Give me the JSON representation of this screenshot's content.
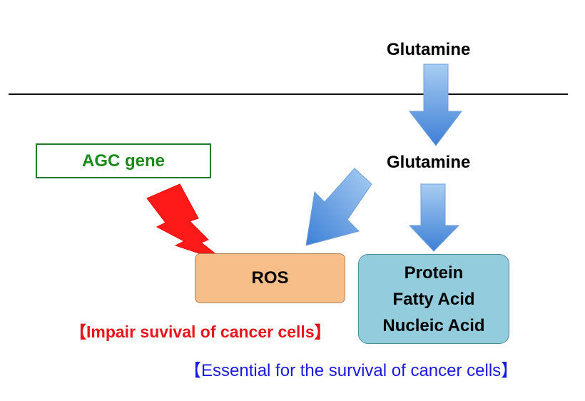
{
  "labels": {
    "glutamine_outside": "Glutamine",
    "glutamine_inside": "Glutamine",
    "agc_gene": "AGC gene",
    "ros": "ROS",
    "products": [
      "Protein",
      "Fatty Acid",
      "Nucleic Acid"
    ],
    "impair": "【Impair suvival of cancer cells】",
    "essential": "【Essential for the survival of cancer cells】"
  },
  "colors": {
    "arrow_fill_top": "#a8cdf2",
    "arrow_fill_bottom": "#3d7fd6",
    "agc_text": "#1b8a1b",
    "agc_border": "#1f7a2a",
    "ros_fill": "#f8be8a",
    "products_fill": "#93cddd",
    "impair_text": "#e8141c",
    "essential_text": "#1a1adf",
    "lightning": "#ff1a1a"
  }
}
